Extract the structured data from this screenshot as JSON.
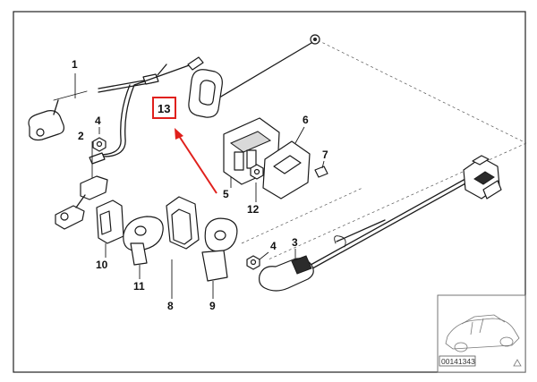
{
  "callouts": {
    "p1": "1",
    "p2": "2",
    "p3": "3",
    "p4a": "4",
    "p4b": "4",
    "p5": "5",
    "p6": "6",
    "p7": "7",
    "p8": "8",
    "p9": "9",
    "p10": "10",
    "p11": "11",
    "p12": "12"
  },
  "highlight": {
    "label": "13",
    "box_color": "#e0201c",
    "arrow_color": "#e0201c"
  },
  "thumbnail": {
    "code": "00141343",
    "corner_icon": "triangle-icon"
  }
}
